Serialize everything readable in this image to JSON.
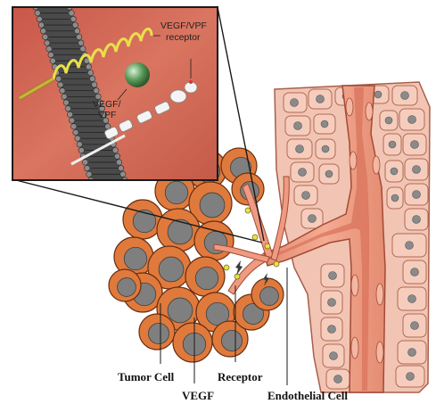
{
  "labels": {
    "tumor_cell": "Tumor Cell",
    "vegf": "VEGF",
    "receptor": "Receptor",
    "endothelial_cell": "Endothelial Cell"
  },
  "inset_labels": {
    "vegf_vpf_receptor_line1": "VEGF/VPF",
    "vegf_vpf_receptor_line2": "receptor",
    "vegf_vpf_line1": "VEGF/",
    "vegf_vpf_line2": "VPF"
  },
  "colors": {
    "tumor_cell": "#e07a3c",
    "tumor_nucleus": "#7f7f7f",
    "vessel": "#e9967a",
    "vessel_lumen": "#d9705a",
    "tissue": "#f2c4b3",
    "inset_bg": "#d2664f",
    "vegf_ball": "#5c9b5c",
    "receptor_coil": "#e8e04a"
  }
}
